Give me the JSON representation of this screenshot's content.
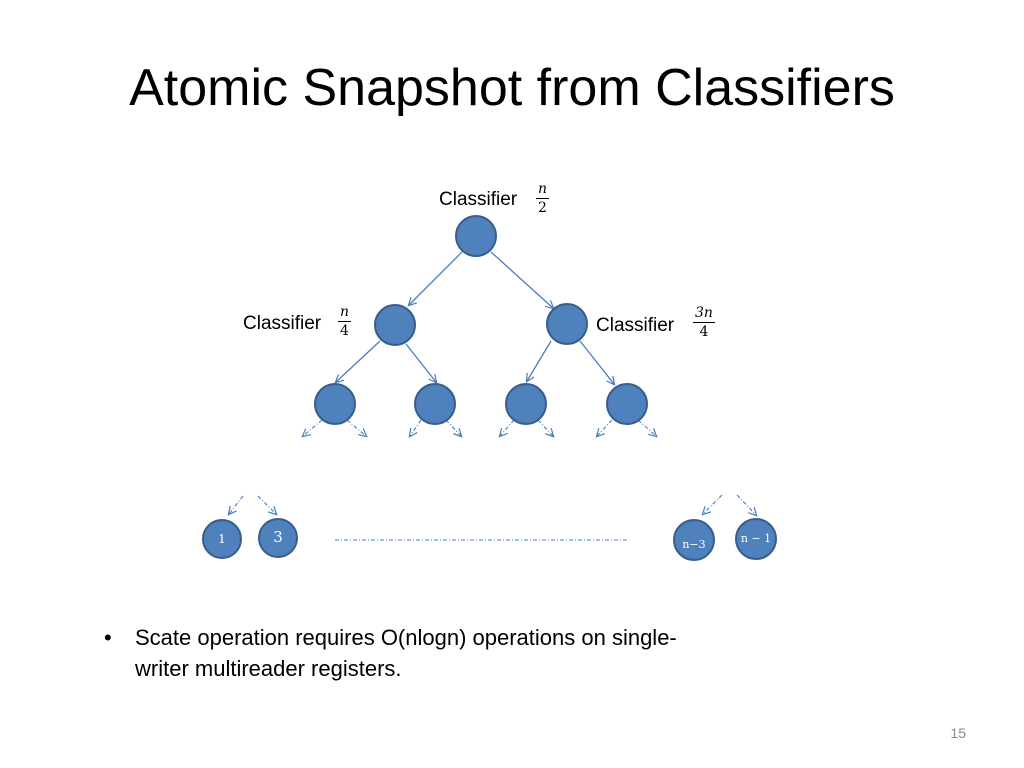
{
  "slide": {
    "title": "Atomic Snapshot from Classifiers",
    "page_number": "15"
  },
  "diagram": {
    "root_label": {
      "text": "Classifier",
      "numerator": "n",
      "denominator": "2"
    },
    "left_label": {
      "text": "Classifier",
      "numerator": "n",
      "denominator": "4"
    },
    "right_label": {
      "text": "Classifier",
      "numerator": "3n",
      "denominator": "4"
    },
    "leaves": [
      "1",
      "3",
      "n−3",
      "n − 1"
    ],
    "colors": {
      "node_fill": "#4f81bd",
      "node_stroke": "#385d8a",
      "edge": "#4a7ebb"
    }
  },
  "bullets": [
    {
      "marker": "•",
      "text": "Scate operation requires O(nlogn) operations on single-writer multireader registers."
    }
  ]
}
